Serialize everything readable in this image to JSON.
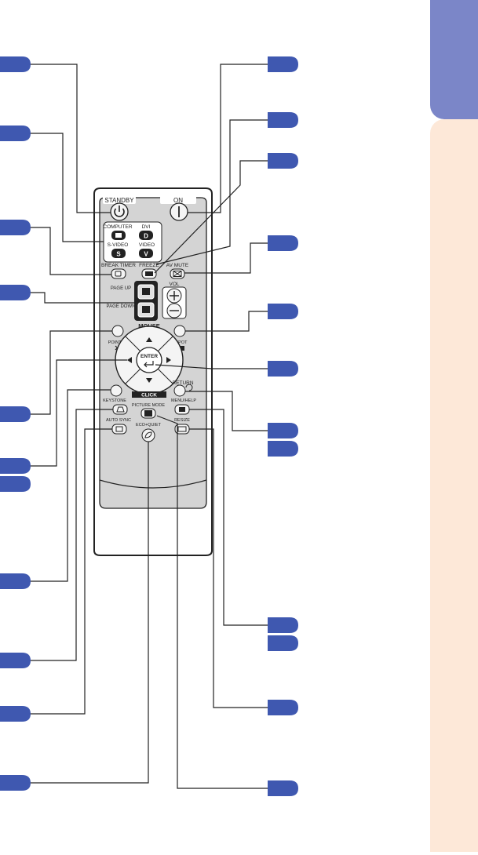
{
  "colors": {
    "callout_badge": "#3f58b0",
    "side_tab_top": "#7b86c8",
    "side_tab_bottom": "#fde8d8",
    "remote_body": "#d4d4d4",
    "leader_line": "#222222"
  },
  "remote": {
    "labels": {
      "standby": "STANDBY",
      "on": "ON",
      "computer": "COMPUTER",
      "dvi": "DVI",
      "s_video": "S-VIDEO",
      "video": "VIDEO",
      "break_timer": "BREAK TIMER",
      "freeze": "FREEZE",
      "av_mute": "AV MUTE",
      "vol": "VOL",
      "page_up": "PAGE UP",
      "page_down": "PAGE DOWN",
      "mouse": "MOUSE",
      "pointer": "POINTER",
      "spot": "SPOT",
      "enter": "ENTER",
      "return": "RETURN",
      "keystone": "KEYSTONE",
      "click": "CLICK",
      "menu_help": "MENU/HELP",
      "picture_mode": "PICTURE MODE",
      "auto_sync": "AUTO SYNC",
      "resize": "RESIZE",
      "eco_quiet": "ECO+QUIET"
    },
    "button_letters": {
      "dvi": "D",
      "s_video": "S",
      "video": "V"
    },
    "icons": [
      "standby-power-icon",
      "on-power-icon",
      "computer-icon",
      "break-timer-icon",
      "freeze-icon",
      "av-mute-icon",
      "vol-plus-icon",
      "vol-minus-icon",
      "page-up-icon",
      "page-down-icon",
      "pointer-icon",
      "spot-icon",
      "arrow-up-icon",
      "arrow-down-icon",
      "arrow-left-icon",
      "arrow-right-icon",
      "enter-icon",
      "return-icon",
      "keystone-icon",
      "menu-icon",
      "picture-mode-icon",
      "auto-sync-icon",
      "resize-icon",
      "eco-quiet-icon"
    ]
  }
}
